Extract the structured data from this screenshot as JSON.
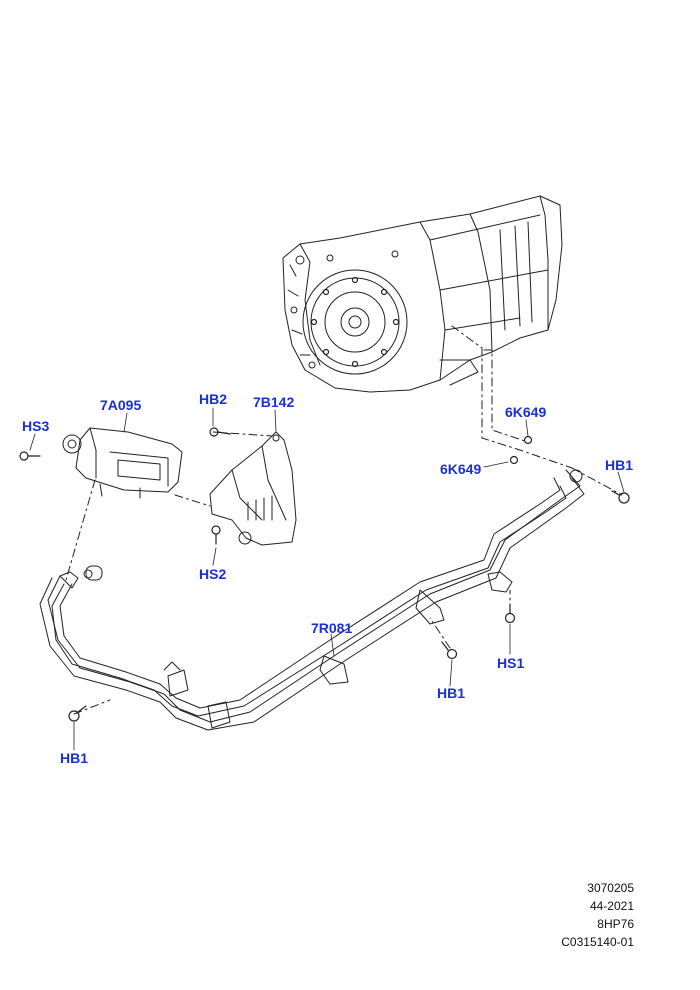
{
  "labels": {
    "hs3": "HS3",
    "a7095": "7A095",
    "hb2": "HB2",
    "b7142": "7B142",
    "k6649_top": "6K649",
    "k6649_left": "6K649",
    "hb1_right": "HB1",
    "hs2": "HS2",
    "r7081": "7R081",
    "hs1": "HS1",
    "hb1_mid": "HB1",
    "hb1_left": "HB1"
  },
  "footer": {
    "line1": "3070205",
    "line2": "44-2021",
    "line3": "8HP76",
    "line4": "C0315140-01"
  },
  "colors": {
    "callout": "#1a2fd6",
    "line": "#222222"
  }
}
